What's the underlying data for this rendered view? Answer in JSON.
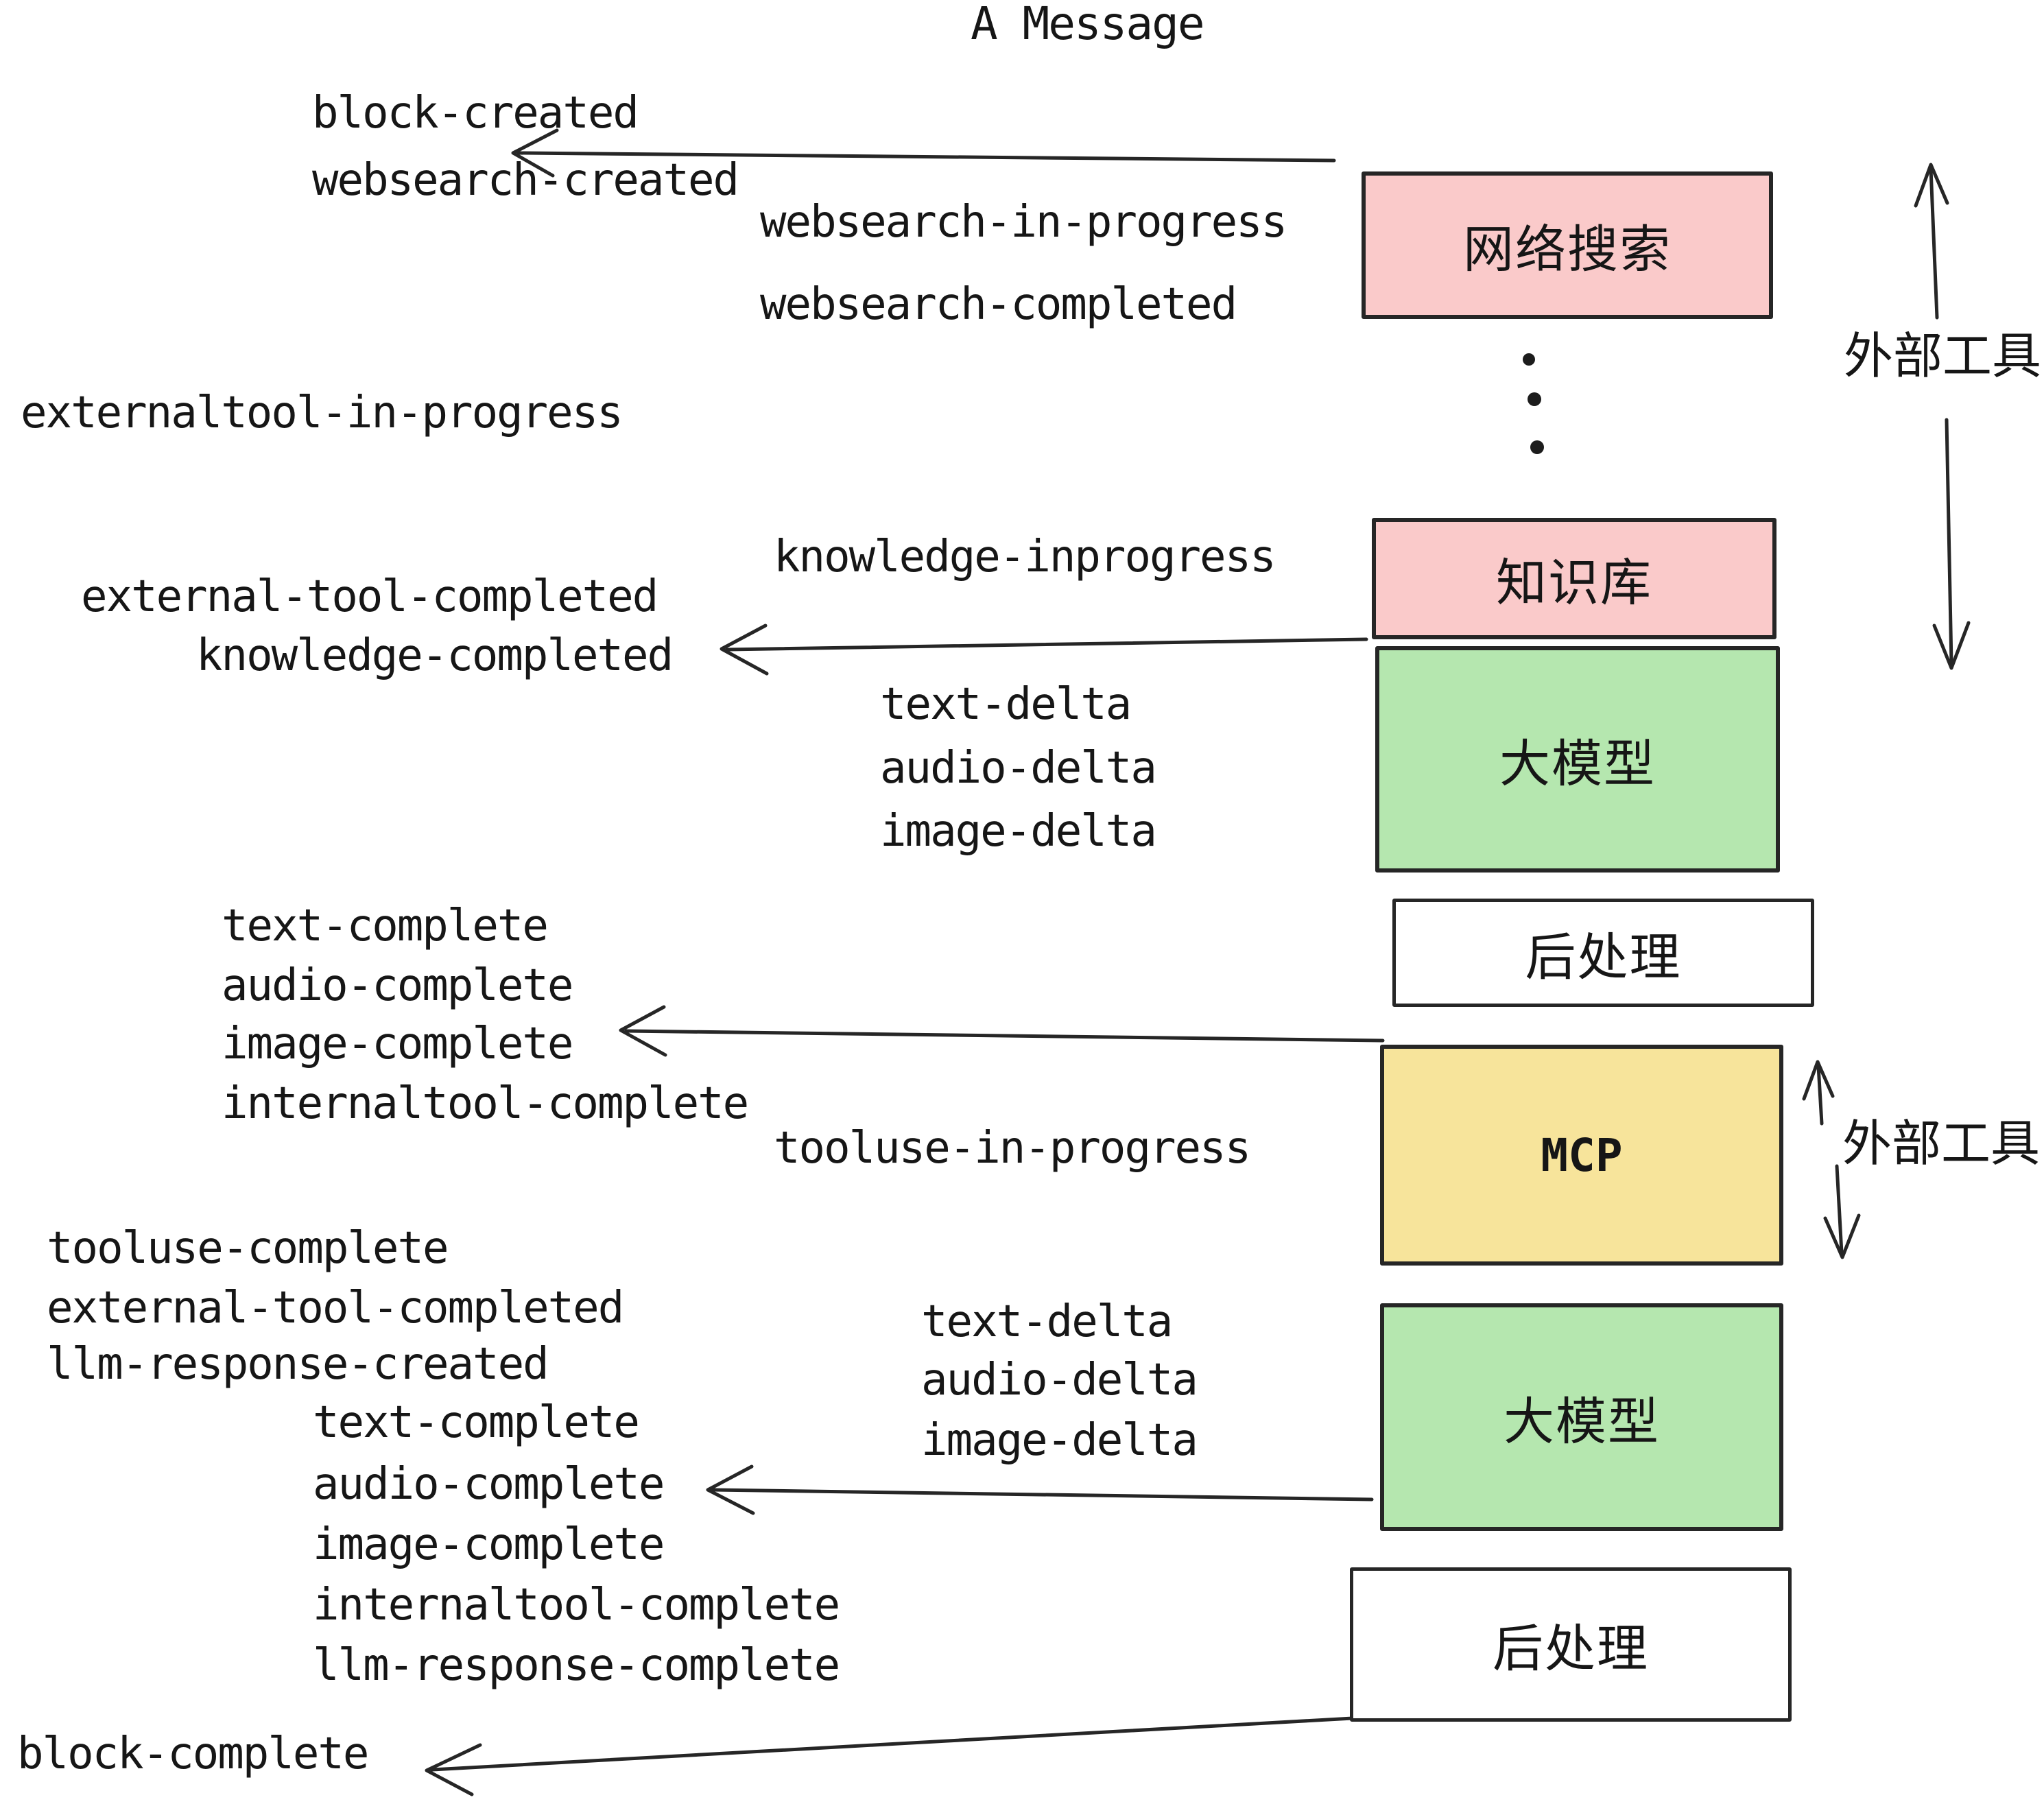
{
  "title": "A Message",
  "colors": {
    "box_pink": "#facaca",
    "box_green": "#b5e7af",
    "box_yellow": "#f7e49b",
    "box_white": "#ffffff",
    "border": "#262626",
    "text": "#161616"
  },
  "boxes": {
    "websearch": "网络搜索",
    "knowledge": "知识库",
    "llm1": "大模型",
    "postprocess1": "后处理",
    "mcp": "MCP",
    "llm2": "大模型",
    "postprocess2": "后处理"
  },
  "side_labels": {
    "external_tools_top": "外部工具",
    "external_tools_mcp": "外部工具"
  },
  "events": {
    "block_created": "block-created",
    "websearch_created": "websearch-created",
    "websearch_in_progress": "websearch-in-progress",
    "websearch_completed": "websearch-completed",
    "externaltool_in_progress": "externaltool-in-progress",
    "knowledge_inprogress": "knowledge-inprogress",
    "external_tool_completed_1": "external-tool-completed",
    "knowledge_completed": "knowledge-completed",
    "text_delta_1": "text-delta",
    "audio_delta_1": "audio-delta",
    "image_delta_1": "image-delta",
    "text_complete_1": "text-complete",
    "audio_complete_1": "audio-complete",
    "image_complete_1": "image-complete",
    "internaltool_complete_1": "internaltool-complete",
    "tooluse_in_progress": "tooluse-in-progress",
    "tooluse_complete": "tooluse-complete",
    "external_tool_completed_2": "external-tool-completed",
    "llm_response_created": "llm-response-created",
    "text_delta_2": "text-delta",
    "audio_delta_2": "audio-delta",
    "image_delta_2": "image-delta",
    "text_complete_2": "text-complete",
    "audio_complete_2": "audio-complete",
    "image_complete_2": "image-complete",
    "internaltool_complete_2": "internaltool-complete",
    "llm_response_complete": "llm-response-complete",
    "block_complete": "block-complete"
  }
}
